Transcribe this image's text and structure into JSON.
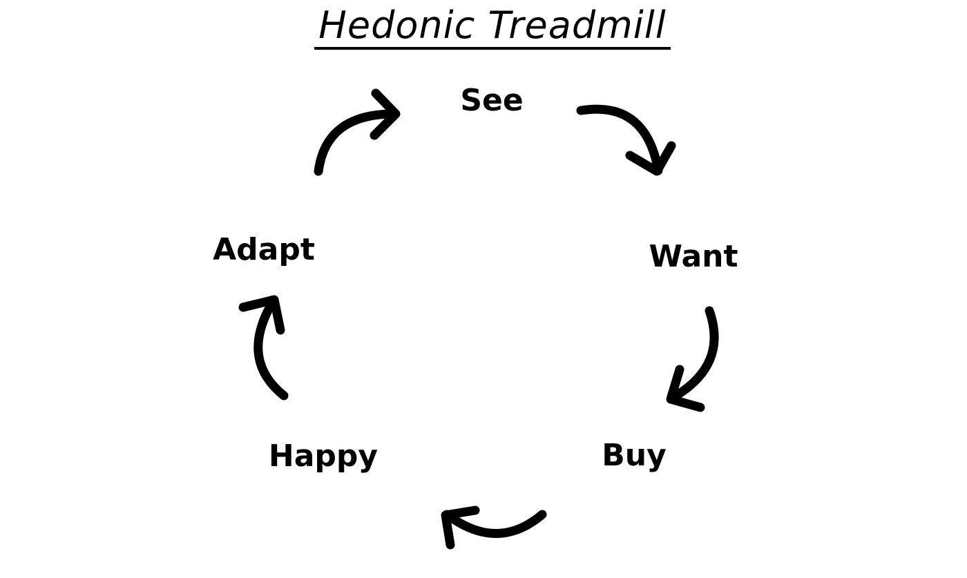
{
  "title": "Hedonic Treadmill",
  "stages": [
    {
      "id": "see",
      "label": "See"
    },
    {
      "id": "want",
      "label": "Want"
    },
    {
      "id": "buy",
      "label": "Buy"
    },
    {
      "id": "happy",
      "label": "Happy"
    },
    {
      "id": "adapt",
      "label": "Adapt"
    }
  ],
  "colors": {
    "background": "#ffffff",
    "ink": "#000000"
  }
}
